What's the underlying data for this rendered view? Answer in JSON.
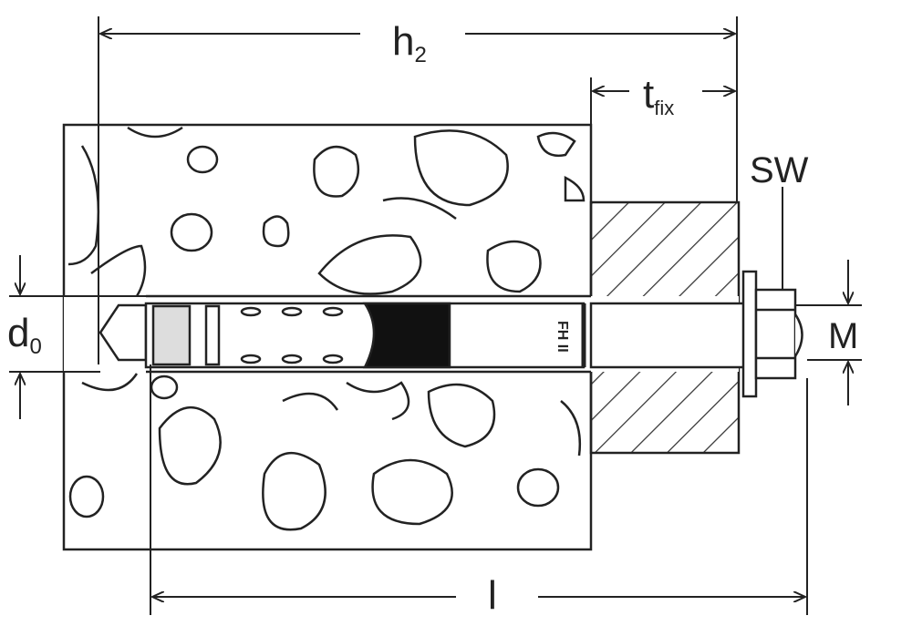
{
  "title": "Anchor installation dimensions",
  "labels": {
    "h2": {
      "main": "h",
      "sub": "2"
    },
    "tfix": {
      "main": "t",
      "sub": "fix"
    },
    "sw": "SW",
    "d0": {
      "main": "d",
      "sub": "0"
    },
    "m": "M",
    "l": "l"
  },
  "anchor_marking": "FH II",
  "colors": {
    "line": "#222222",
    "fill_dark": "#111111",
    "background": "#ffffff"
  }
}
